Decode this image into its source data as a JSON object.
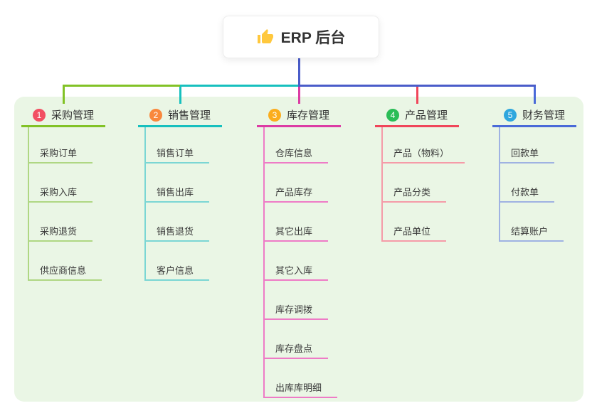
{
  "root": {
    "title": "ERP 后台",
    "icon": "thumbs-up",
    "icon_color": "#FFC83D"
  },
  "canvas": {
    "background": "#ffffff",
    "panel_background": "#EAF6E5",
    "trunk_color": "#4A5CC9",
    "text_color": "#333333"
  },
  "branches": [
    {
      "number": "1",
      "label": "采购管理",
      "badge_color": "#F25063",
      "line_color": "#82C226",
      "sub_line_color": "#AFD783",
      "children": [
        "采购订单",
        "采购入库",
        "采购退货",
        "供应商信息"
      ]
    },
    {
      "number": "2",
      "label": "销售管理",
      "badge_color": "#F9883D",
      "line_color": "#17C0BE",
      "sub_line_color": "#7BD6D4",
      "children": [
        "销售订单",
        "销售出库",
        "销售退货",
        "客户信息"
      ]
    },
    {
      "number": "3",
      "label": "库存管理",
      "badge_color": "#FBAD1D",
      "line_color": "#DC3CA4",
      "sub_line_color": "#EE7BC6",
      "children": [
        "仓库信息",
        "产品库存",
        "其它出库",
        "其它入库",
        "库存调拨",
        "库存盘点",
        "出库库明细"
      ]
    },
    {
      "number": "4",
      "label": "产品管理",
      "badge_color": "#2BBD57",
      "line_color": "#F0465A",
      "sub_line_color": "#F59BA8",
      "children": [
        "产品（物料）",
        "产品分类",
        "产品单位"
      ]
    },
    {
      "number": "5",
      "label": "财务管理",
      "badge_color": "#2FA7DE",
      "line_color": "#4A6AD8",
      "sub_line_color": "#9FB2E2",
      "children": [
        "回款单",
        "付款单",
        "结算账户"
      ]
    }
  ]
}
